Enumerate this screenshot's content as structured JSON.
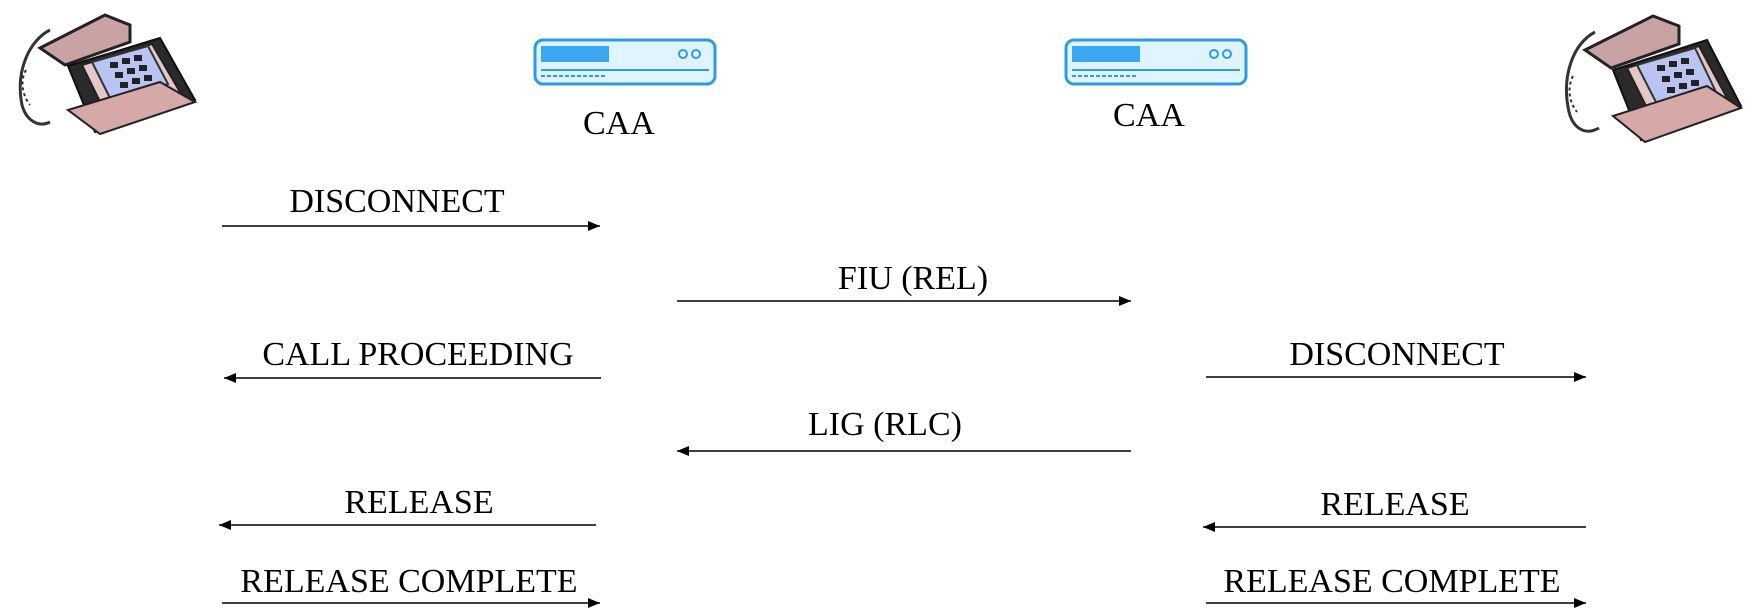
{
  "nodes": {
    "left_phone": {
      "icon": "telephone-icon"
    },
    "caa_left": {
      "icon": "server-icon",
      "label": "CAA"
    },
    "caa_right": {
      "icon": "server-icon",
      "label": "CAA"
    },
    "right_phone": {
      "icon": "telephone-icon"
    }
  },
  "messages": [
    {
      "label": "DISCONNECT",
      "direction": "right",
      "from": "left_phone",
      "to": "caa_left"
    },
    {
      "label": "FIU (REL)",
      "direction": "right",
      "from": "caa_left",
      "to": "caa_right"
    },
    {
      "label": "CALL PROCEEDING",
      "direction": "left",
      "from": "caa_left",
      "to": "left_phone"
    },
    {
      "label": "DISCONNECT",
      "direction": "right",
      "from": "caa_right",
      "to": "right_phone"
    },
    {
      "label": "LIG (RLC)",
      "direction": "left",
      "from": "caa_right",
      "to": "caa_left"
    },
    {
      "label": "RELEASE",
      "direction": "left",
      "from": "caa_left",
      "to": "left_phone"
    },
    {
      "label": "RELEASE",
      "direction": "left",
      "from": "right_phone",
      "to": "caa_right"
    },
    {
      "label": "RELEASE COMPLETE",
      "direction": "right",
      "from": "left_phone",
      "to": "caa_left"
    },
    {
      "label": "RELEASE COMPLETE",
      "direction": "right",
      "from": "caa_right",
      "to": "right_phone"
    }
  ]
}
